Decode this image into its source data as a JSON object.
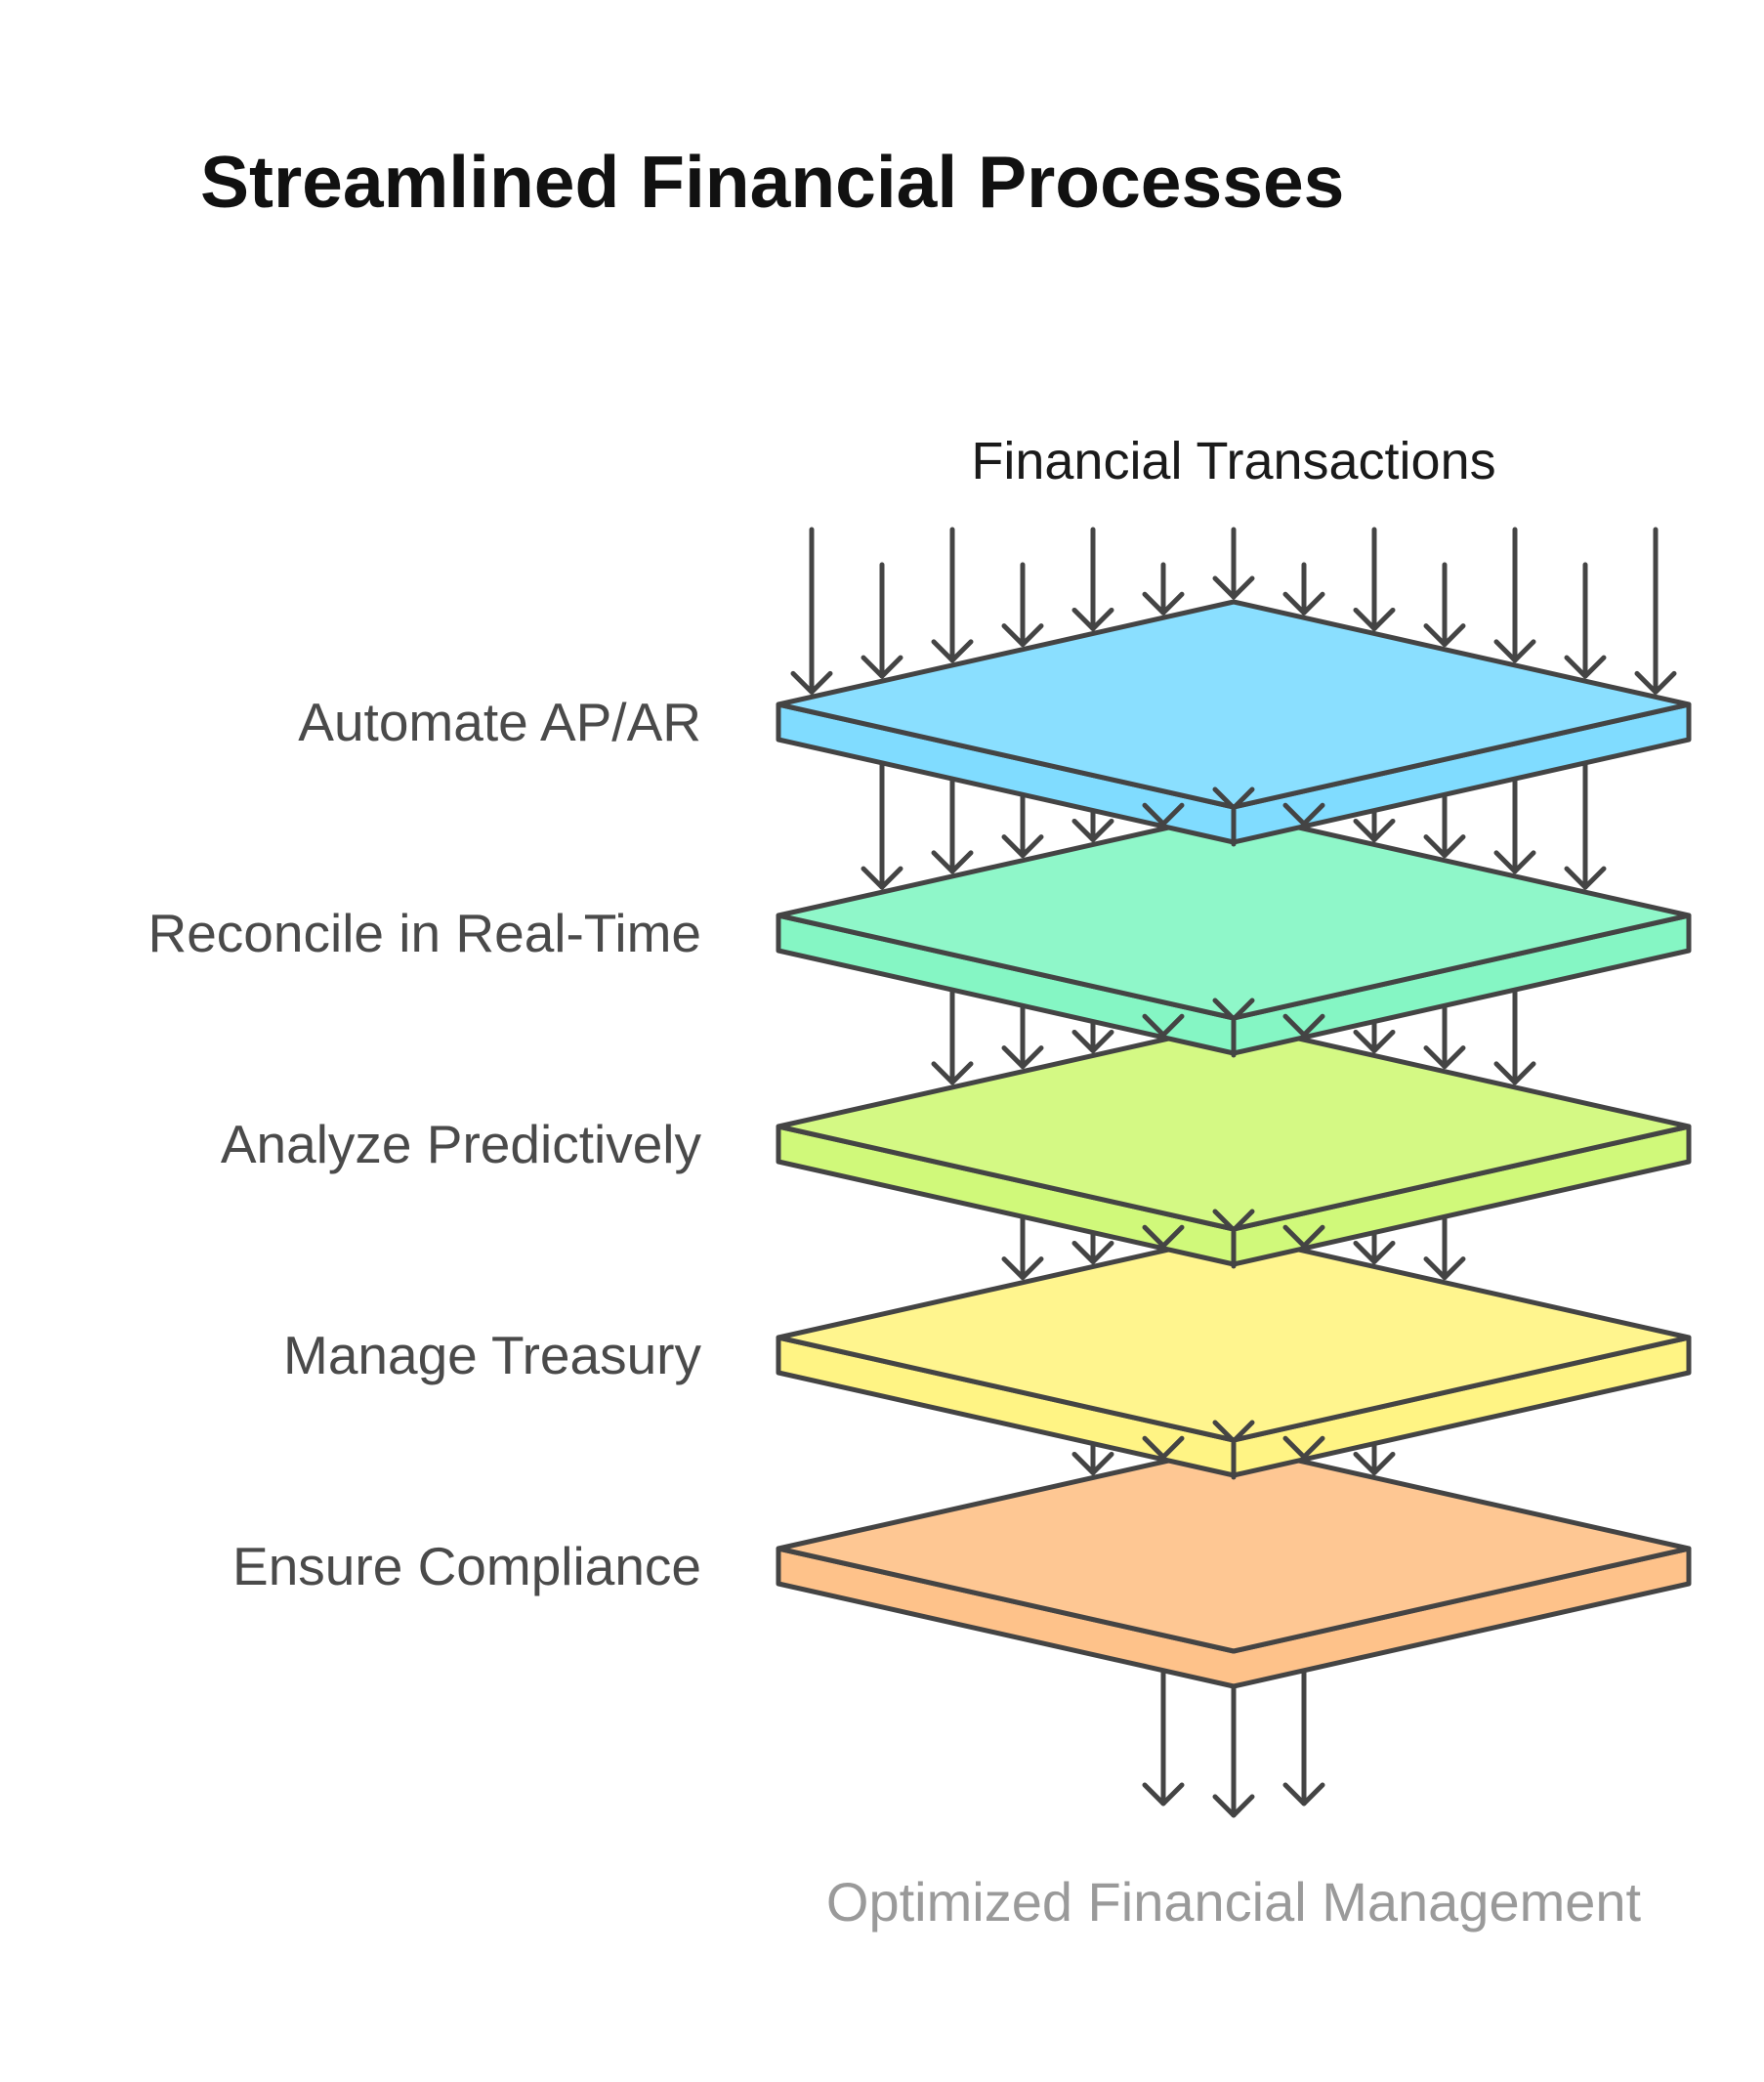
{
  "title": "Streamlined Financial Processes",
  "input_label": "Financial Transactions",
  "output_label": "Optimized Financial Management",
  "layers": [
    {
      "label": "Automate AP/AR",
      "top_color": "#80dcff",
      "side_color": "#80dcff"
    },
    {
      "label": "Reconcile in Real-Time",
      "top_color": "#85f6c4",
      "side_color": "#85f6c4"
    },
    {
      "label": "Analyze Predictively",
      "top_color": "#d0f97a",
      "side_color": "#d0f97a"
    },
    {
      "label": "Manage Treasury",
      "top_color": "#fff484",
      "side_color": "#fff484"
    },
    {
      "label": "Ensure Compliance",
      "top_color": "#fec28a",
      "side_color": "#fec28a"
    }
  ],
  "arrows_per_stage": [
    13,
    11,
    9,
    7,
    5,
    3
  ],
  "stroke_color": "#444444"
}
